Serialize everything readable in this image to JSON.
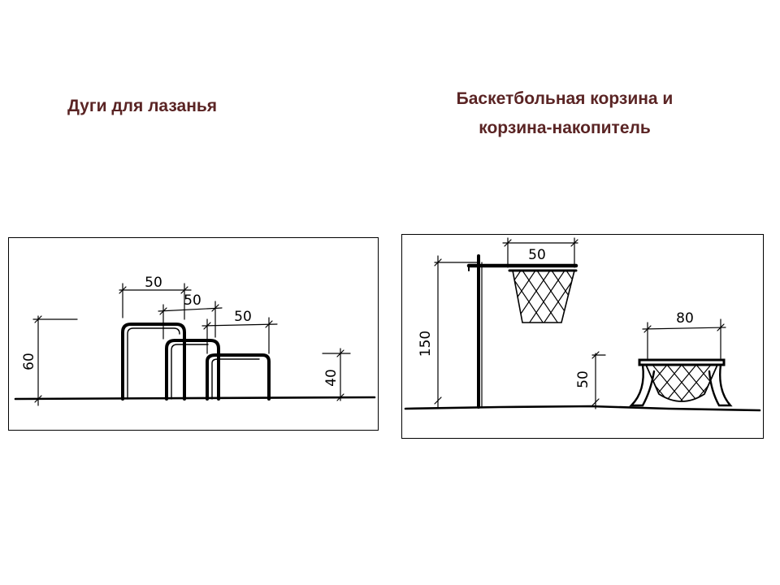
{
  "titles": {
    "left": "Дуги для лазанья",
    "right_line1": "Баскетбольная корзина и",
    "right_line2": "корзина-накопитель"
  },
  "left_diagram": {
    "width_1": "50",
    "width_2": "50",
    "width_3": "50",
    "height_tall": "60",
    "height_short": "40"
  },
  "right_diagram": {
    "hoop_width": "50",
    "pole_height": "150",
    "basket_width": "80",
    "basket_height": "50"
  }
}
